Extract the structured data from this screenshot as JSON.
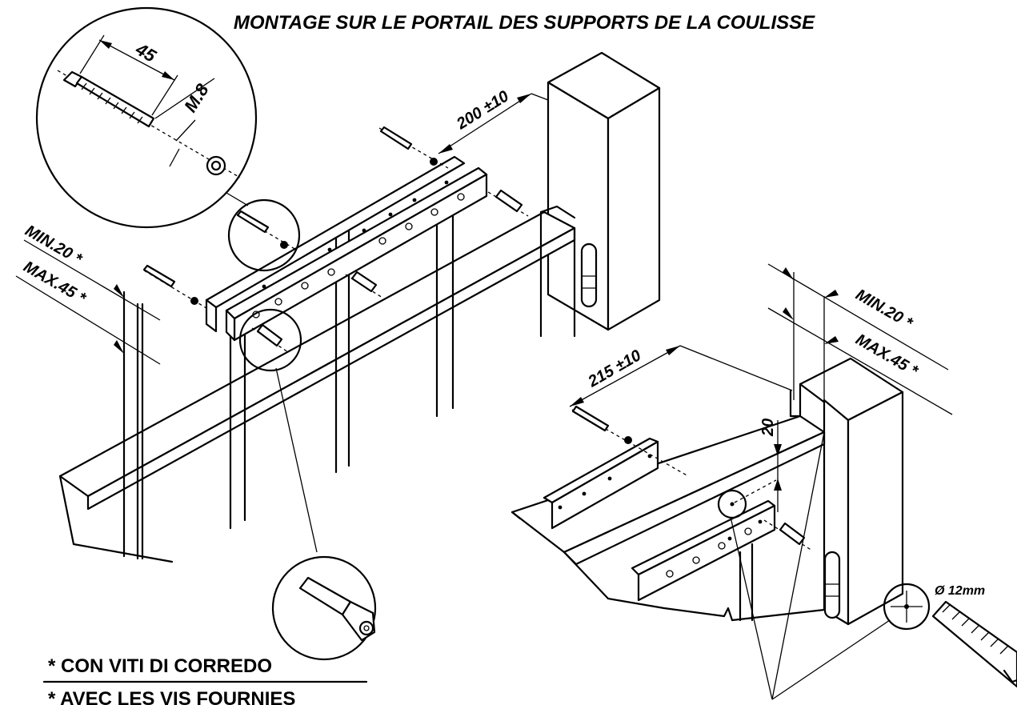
{
  "title": "MONTAGE SUR LE PORTAIL DES SUPPORTS DE LA COULISSE",
  "dimensions": {
    "bolt_length": "45",
    "bolt_thread": "M.8",
    "gap_left": "200 ±10",
    "gap_right": "215 ±10",
    "drop": "20",
    "min_left": "MIN.20 *",
    "max_left": "MAX.45 *",
    "min_right": "MIN.20 *",
    "max_right": "MAX.45 *",
    "drill": "Ø 12mm"
  },
  "notes": {
    "italian": "* CON VITI DI CORREDO",
    "french": "* AVEC LES VIS FOURNIES"
  }
}
